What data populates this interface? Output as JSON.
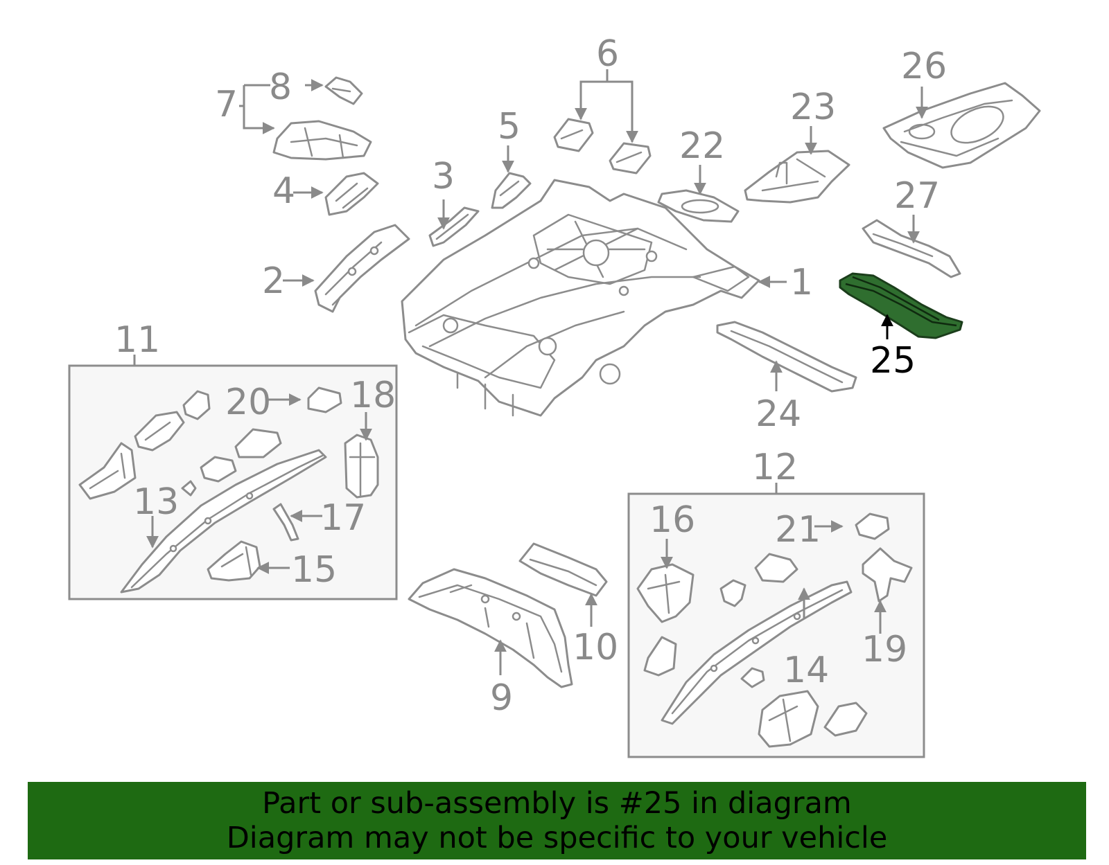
{
  "diagram": {
    "highlighted_callout": "25",
    "callouts": [
      "1",
      "2",
      "3",
      "4",
      "5",
      "6",
      "7",
      "8",
      "9",
      "10",
      "11",
      "12",
      "13",
      "14",
      "15",
      "16",
      "17",
      "18",
      "19",
      "20",
      "21",
      "22",
      "23",
      "24",
      "25",
      "26",
      "27"
    ],
    "colors": {
      "highlight": "#2f6e2f",
      "banner": "#1e6a12",
      "line": "#8c8c8c",
      "label": "#8a8a8a",
      "box_fill": "#f7f7f7"
    }
  },
  "footer": {
    "line1": "Part or sub-assembly is #25 in diagram",
    "line2": "Diagram may not be specific to your vehicle"
  }
}
